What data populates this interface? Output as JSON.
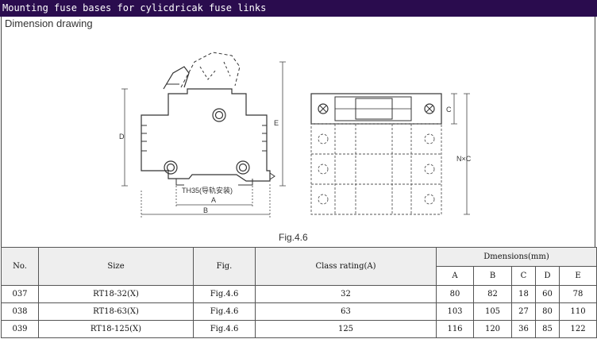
{
  "page_title": "Mounting fuse bases for cylicdricak fuse links",
  "section_label": "Dimension drawing",
  "figure_caption": "Fig.4.6",
  "drawing_labels": {
    "rail": "TH35(导轨安装)",
    "dim_A": "A",
    "dim_B": "B",
    "dim_D": "D",
    "dim_E": "E",
    "dim_C": "C",
    "dim_NxC": "N×C"
  },
  "table": {
    "headers": {
      "no": "No.",
      "size": "Size",
      "fig": "Fig.",
      "class_rating": "Class rating(A)",
      "dimensions": "Dmensions(mm)",
      "dim_cols": [
        "A",
        "B",
        "C",
        "D",
        "E"
      ]
    },
    "rows": [
      {
        "no": "037",
        "size": "RT18-32(X)",
        "fig": "Fig.4.6",
        "rating": "32",
        "dims": [
          "80",
          "82",
          "18",
          "60",
          "78"
        ]
      },
      {
        "no": "038",
        "size": "RT18-63(X)",
        "fig": "Fig.4.6",
        "rating": "63",
        "dims": [
          "103",
          "105",
          "27",
          "80",
          "110"
        ]
      },
      {
        "no": "039",
        "size": "RT18-125(X)",
        "fig": "Fig.4.6",
        "rating": "125",
        "dims": [
          "116",
          "120",
          "36",
          "85",
          "122"
        ]
      }
    ]
  }
}
